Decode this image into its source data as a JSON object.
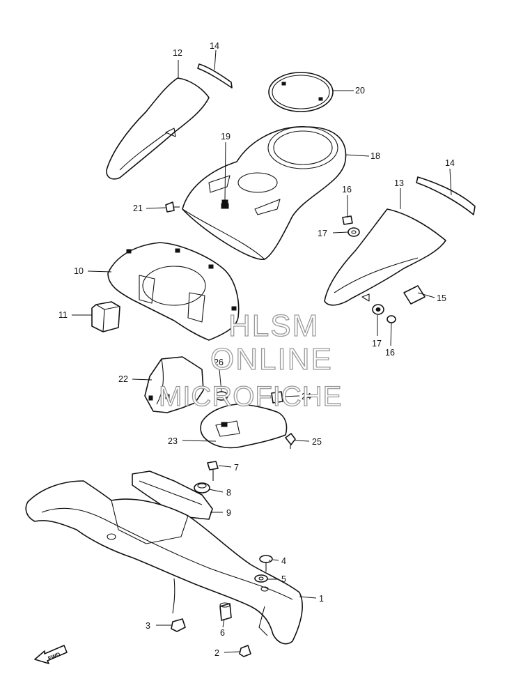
{
  "callouts": {
    "c1": "1",
    "c2": "2",
    "c3": "3",
    "c4": "4",
    "c5": "5",
    "c6": "6",
    "c7": "7",
    "c8": "8",
    "c9": "9",
    "c10": "10",
    "c11": "11",
    "c12": "12",
    "c13": "13",
    "c14a": "14",
    "c14b": "14",
    "c15": "15",
    "c16a": "16",
    "c16b": "16",
    "c17a": "17",
    "c17b": "17",
    "c18": "18",
    "c19": "19",
    "c20": "20",
    "c21": "21",
    "c22": "22",
    "c23": "23",
    "c24": "24",
    "c25": "25",
    "c26": "26"
  },
  "watermark": {
    "line1": "HLSM",
    "line2": "ONLINE",
    "line3": "MICROFICHE"
  },
  "fwd_label": "FWD"
}
